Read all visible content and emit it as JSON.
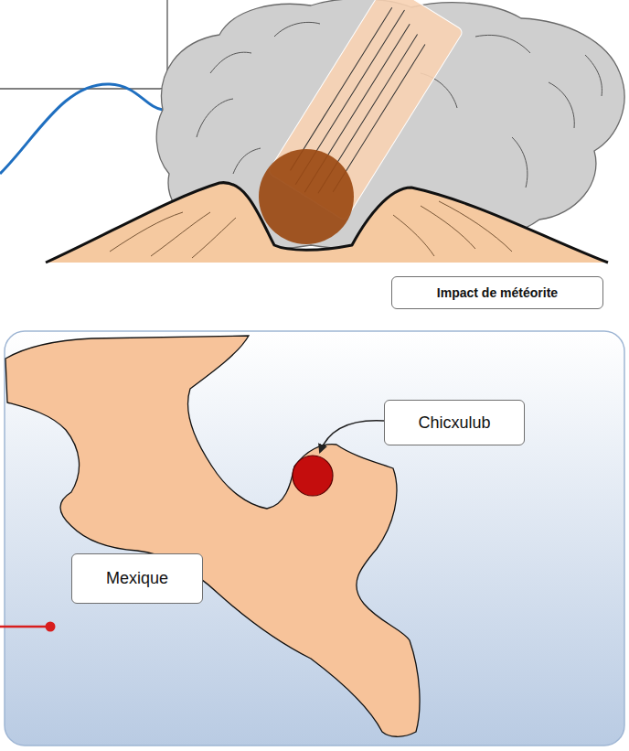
{
  "diagram": {
    "nodes": [
      {
        "text": [
          "Impact de météorite"
        ]
      },
      {
        "text": [
          "Chicxulub"
        ]
      },
      {
        "text": [
          "Mexique"
        ]
      }
    ]
  }
}
